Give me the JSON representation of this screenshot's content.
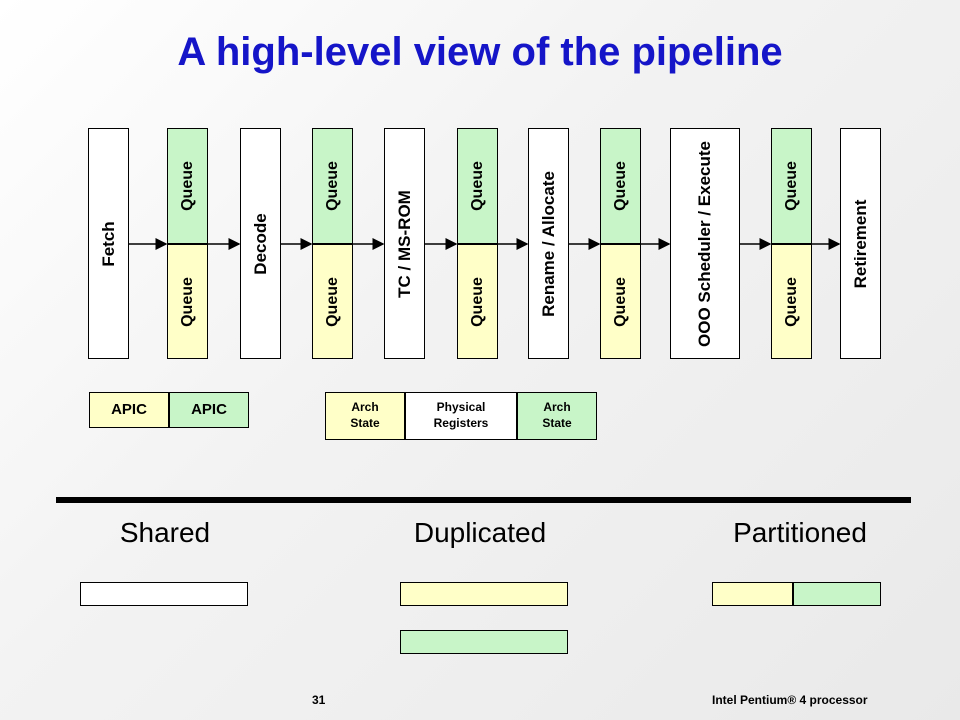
{
  "title": "A high-level view of the pipeline",
  "pipeline": {
    "stages": [
      "Fetch",
      "Decode",
      "TC / MS-ROM",
      "Rename / Allocate",
      "OOO Scheduler / Execute",
      "Retirement"
    ],
    "queue_label": "Queue"
  },
  "apic": {
    "left": "APIC",
    "right": "APIC"
  },
  "registers": {
    "arch_state_left": "Arch State",
    "physical": "Physical Registers",
    "arch_state_right": "Arch State"
  },
  "legend": {
    "shared": "Shared",
    "duplicated": "Duplicated",
    "partitioned": "Partitioned"
  },
  "footer": {
    "page_number": "31",
    "product": "Intel Pentium® 4 processor"
  },
  "colors": {
    "title": "#1515c8",
    "yellow": "#ffffc8",
    "green": "#c8f5c8",
    "white": "#ffffff"
  }
}
